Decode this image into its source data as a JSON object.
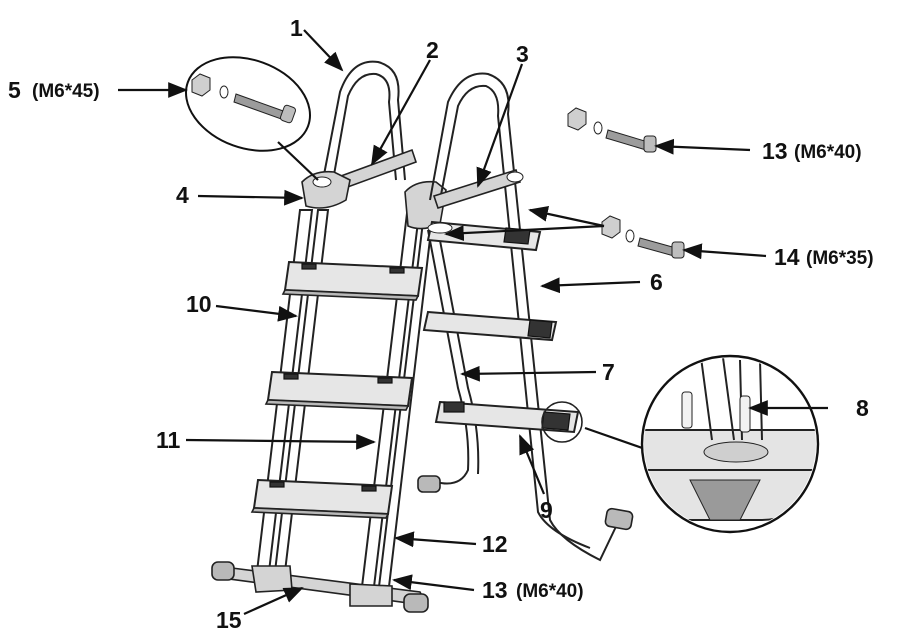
{
  "callouts": [
    {
      "id": "1",
      "text": "1"
    },
    {
      "id": "2",
      "text": "2"
    },
    {
      "id": "3",
      "text": "3"
    },
    {
      "id": "4",
      "text": "4"
    },
    {
      "id": "5",
      "text": "5"
    },
    {
      "id": "5-spec",
      "text": "(M6*45)"
    },
    {
      "id": "6",
      "text": "6"
    },
    {
      "id": "7",
      "text": "7"
    },
    {
      "id": "8",
      "text": "8"
    },
    {
      "id": "9",
      "text": "9"
    },
    {
      "id": "10",
      "text": "10"
    },
    {
      "id": "11",
      "text": "11"
    },
    {
      "id": "12",
      "text": "12"
    },
    {
      "id": "13",
      "text": "13"
    },
    {
      "id": "13-spec",
      "text": "(M6*40)"
    },
    {
      "id": "13b",
      "text": "13"
    },
    {
      "id": "13b-spec",
      "text": "(M6*40)"
    },
    {
      "id": "14",
      "text": "14"
    },
    {
      "id": "14-spec",
      "text": "(M6*35)"
    },
    {
      "id": "15",
      "text": "15"
    }
  ]
}
